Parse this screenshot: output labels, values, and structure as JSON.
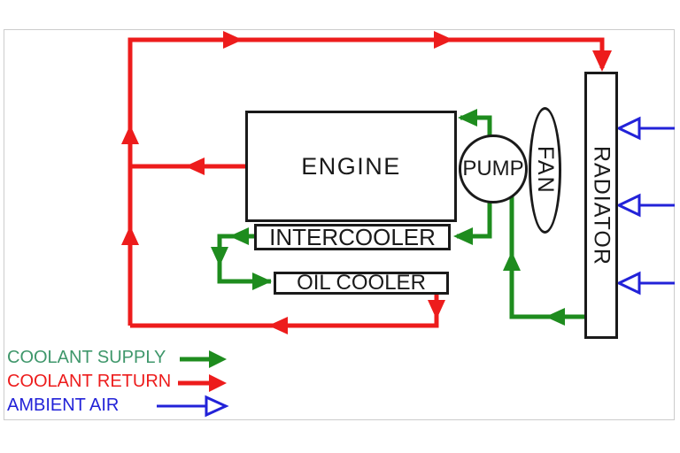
{
  "diagram": {
    "components": {
      "engine": {
        "label": "ENGINE"
      },
      "intercooler": {
        "label": "INTERCOOLER"
      },
      "oil_cooler": {
        "label": "OIL COOLER"
      },
      "pump": {
        "label": "PUMP"
      },
      "fan": {
        "label": "FAN"
      },
      "radiator": {
        "label": "RADIATOR"
      }
    },
    "flows": [
      {
        "name": "coolant-supply",
        "color": "#1e8c1e",
        "arrow_style": "solid",
        "connections": "RADIATOR to PUMP; PUMP to ENGINE; PUMP to INTERCOOLER; INTERCOOLER to OIL COOLER"
      },
      {
        "name": "coolant-return",
        "color": "#ed1c1c",
        "arrow_style": "solid",
        "connections": "ENGINE to left riser; OIL COOLER to left riser; left riser over top to RADIATOR"
      },
      {
        "name": "ambient-air",
        "color": "#2222d8",
        "arrow_style": "open",
        "connections": "three inlets from right edge into RADIATOR"
      }
    ],
    "legend": {
      "items": [
        {
          "label": "COOLANT SUPPLY",
          "arrow": "solid-green"
        },
        {
          "label": "COOLANT RETURN",
          "arrow": "solid-red"
        },
        {
          "label": "AMBIENT AIR",
          "arrow": "open-blue"
        }
      ]
    }
  },
  "colors": {
    "supply": "#1e8c1e",
    "return": "#ed1c1c",
    "ambient": "#2222d8",
    "supply_text": "#3f976b",
    "ink": "#1a1a1a",
    "frame": "#cccccc"
  }
}
